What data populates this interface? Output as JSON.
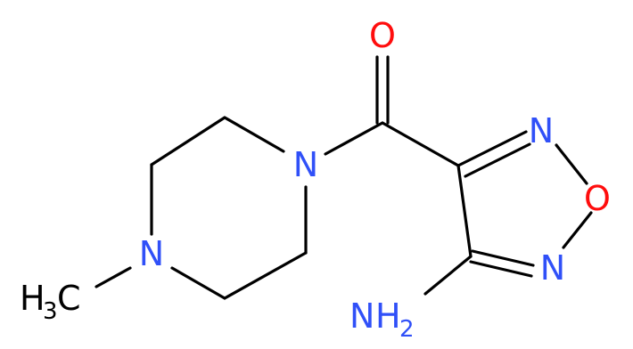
{
  "molecule": {
    "atoms": [
      {
        "id": "o_carbonyl",
        "symbol": "O",
        "color": "#ff0d0d"
      },
      {
        "id": "n_piperazine_amide",
        "symbol": "N",
        "color": "#3050f8"
      },
      {
        "id": "n_piperazine_methyl",
        "symbol": "N",
        "color": "#3050f8"
      },
      {
        "id": "n_oxadiazole_top",
        "symbol": "N",
        "color": "#3050f8"
      },
      {
        "id": "o_oxadiazole",
        "symbol": "O",
        "color": "#ff0d0d"
      },
      {
        "id": "n_oxadiazole_bottom",
        "symbol": "N",
        "color": "#3050f8"
      },
      {
        "id": "methyl",
        "symbol": "H",
        "subscript": "3",
        "suffix": "C",
        "color": "#000000"
      },
      {
        "id": "amine",
        "symbol": "H",
        "subscript": "2",
        "prefix": "N",
        "color": "#3050f8"
      }
    ],
    "bond_color": "#000000"
  }
}
